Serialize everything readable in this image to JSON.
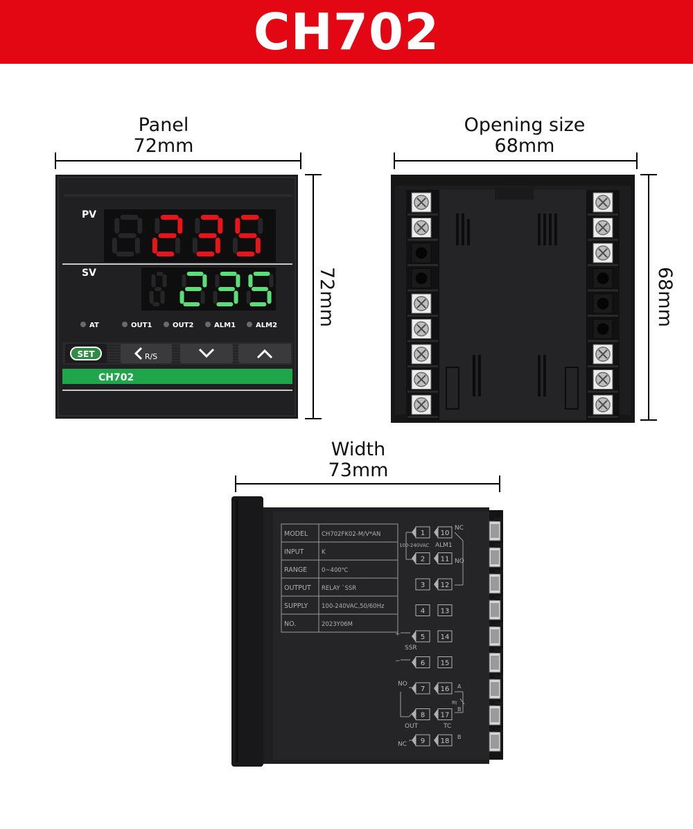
{
  "banner": {
    "title": "CH702",
    "color": "#e30613"
  },
  "front_view": {
    "top_dimension": {
      "label": "Panel",
      "value": "72mm"
    },
    "side_dimension": "72mm",
    "pv_label": "PV",
    "pv_value": "235",
    "sv_label": "SV",
    "sv_value": "235",
    "indicators": [
      "AT",
      "OUT1",
      "OUT2",
      "ALM1",
      "ALM2"
    ],
    "buttons": {
      "set": "SET",
      "rs": "R/S",
      "down": "chevron-down-icon",
      "up": "chevron-up-icon"
    },
    "model_strip": "CH702",
    "colors": {
      "pv_digits": "#e8141c",
      "sv_digits": "#5fdc7a",
      "strip": "#1fa64a"
    }
  },
  "rear_view": {
    "top_dimension": {
      "label": "Opening size",
      "value": "68mm"
    },
    "side_dimension": "68mm"
  },
  "side_view": {
    "top_dimension": {
      "label": "Width",
      "value": "73mm"
    },
    "label_table": [
      {
        "key": "MODEL",
        "value": "CH702FK02-M/V*AN"
      },
      {
        "key": "INPUT",
        "value": "K"
      },
      {
        "key": "RANGE",
        "value": "0~400℃"
      },
      {
        "key": "OUTPUT",
        "value": "RELAY `SSR"
      },
      {
        "key": "SUPPLY",
        "value": "100-240VAC,50/60Hz"
      },
      {
        "key": "NO.",
        "value": "2023Y06M"
      }
    ],
    "terminals_left": [
      "1",
      "2",
      "3",
      "4",
      "5",
      "6",
      "7",
      "8",
      "9"
    ],
    "terminals_right": [
      "10",
      "11",
      "12",
      "13",
      "14",
      "15",
      "16",
      "17",
      "18"
    ],
    "wiring_labels": {
      "supply": "100-240VAC",
      "alm1": "ALM1",
      "nc_top": "NC",
      "no_top": "NO",
      "ssr": "SSR",
      "plus": "+",
      "minus": "−",
      "no_out": "NO",
      "out": "OUT",
      "nc_out": "NC",
      "tc": "TC",
      "rt": "Rt",
      "a": "A",
      "b1": "B",
      "b2": "B"
    }
  }
}
